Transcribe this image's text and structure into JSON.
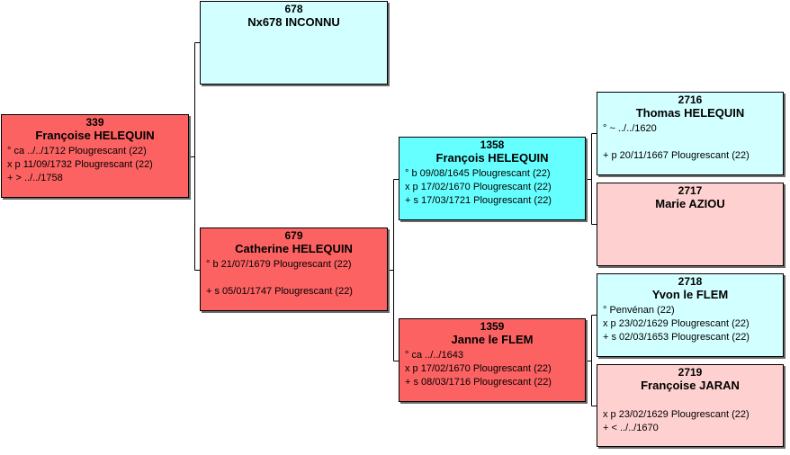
{
  "persons": {
    "p339": {
      "num": "339",
      "name": "Françoise HELEQUIN",
      "lines": [
        "° ca ../../1712 Plougrescant (22)",
        "x p 11/09/1732 Plougrescant (22)",
        "+ > ../../1758"
      ]
    },
    "p678": {
      "num": "678",
      "name": "Nx678 INCONNU",
      "lines": []
    },
    "p679": {
      "num": "679",
      "name": "Catherine HELEQUIN",
      "lines": [
        "° b 21/07/1679 Plougrescant (22)",
        "",
        "+ s 05/01/1747 Plougrescant (22)"
      ]
    },
    "p1358": {
      "num": "1358",
      "name": "François HELEQUIN",
      "lines": [
        "° b 09/08/1645 Plougrescant (22)",
        "x p 17/02/1670 Plougrescant (22)",
        "+ s 17/03/1721 Plougrescant (22)"
      ]
    },
    "p1359": {
      "num": "1359",
      "name": "Janne le FLEM",
      "lines": [
        "° ca ../../1643",
        "x p 17/02/1670 Plougrescant (22)",
        "+ s 08/03/1716 Plougrescant (22)"
      ]
    },
    "p2716": {
      "num": "2716",
      "name": "Thomas HELEQUIN",
      "lines": [
        "° ~ ../../1620",
        "",
        "+ p 20/11/1667 Plougrescant (22)"
      ]
    },
    "p2717": {
      "num": "2717",
      "name": "Marie AZIOU",
      "lines": []
    },
    "p2718": {
      "num": "2718",
      "name": "Yvon le FLEM",
      "lines": [
        "° Penvénan (22)",
        "x p 23/02/1629 Plougrescant (22)",
        "+ s 02/03/1653 Plougrescant (22)"
      ]
    },
    "p2719": {
      "num": "2719",
      "name": "Françoise JARAN",
      "lines": [
        "",
        "x p 23/02/1629 Plougrescant (22)",
        "+ < ../../1670"
      ]
    }
  },
  "colors": {
    "red": "#fd6262",
    "pink": "#ffd0d0",
    "light_cyan": "#d2ffff",
    "cyan": "#66ffff"
  }
}
